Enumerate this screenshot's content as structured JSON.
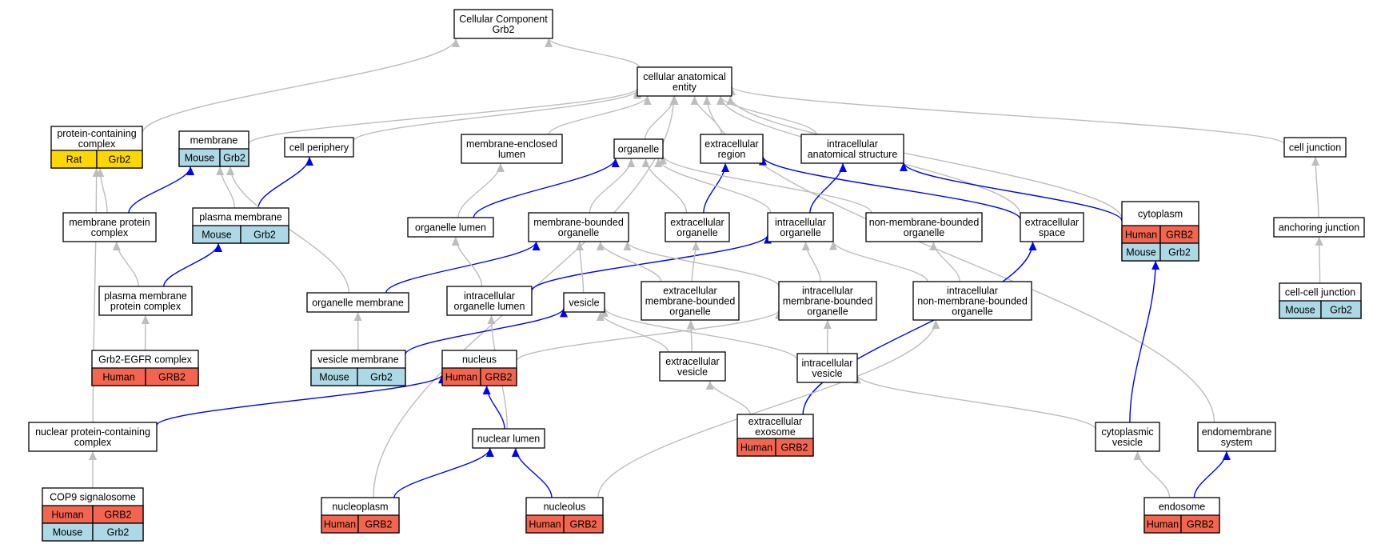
{
  "colors": {
    "human": "#f4654f",
    "mouse": "#add8e6",
    "rat": "#ffd700",
    "edge_is_a": "#bdbdbd",
    "edge_part_of": "#0000ff"
  },
  "nodes": [
    {
      "id": "root",
      "lines": [
        "Cellular Component",
        "Grb2"
      ],
      "tags": []
    },
    {
      "id": "cae",
      "lines": [
        "cellular anatomical",
        "entity"
      ],
      "tags": []
    },
    {
      "id": "pcc",
      "lines": [
        "protein-containing",
        "complex"
      ],
      "tags": [
        [
          "Rat",
          "Grb2"
        ]
      ]
    },
    {
      "id": "membrane",
      "lines": [
        "membrane"
      ],
      "tags": [
        [
          "Mouse",
          "Grb2"
        ]
      ]
    },
    {
      "id": "cellper",
      "lines": [
        "cell periphery"
      ],
      "tags": []
    },
    {
      "id": "mel",
      "lines": [
        "membrane-enclosed",
        "lumen"
      ],
      "tags": []
    },
    {
      "id": "organelle",
      "lines": [
        "organelle"
      ],
      "tags": []
    },
    {
      "id": "extreg",
      "lines": [
        "extracellular",
        "region"
      ],
      "tags": []
    },
    {
      "id": "ias",
      "lines": [
        "intracellular",
        "anatomical structure"
      ],
      "tags": []
    },
    {
      "id": "celljunc",
      "lines": [
        "cell junction"
      ],
      "tags": []
    },
    {
      "id": "mpc",
      "lines": [
        "membrane protein",
        "complex"
      ],
      "tags": []
    },
    {
      "id": "pm",
      "lines": [
        "plasma membrane"
      ],
      "tags": [
        [
          "Mouse",
          "Grb2"
        ]
      ]
    },
    {
      "id": "orglumen",
      "lines": [
        "organelle lumen"
      ],
      "tags": []
    },
    {
      "id": "mbo",
      "lines": [
        "membrane-bounded",
        "organelle"
      ],
      "tags": []
    },
    {
      "id": "extorg",
      "lines": [
        "extracellular",
        "organelle"
      ],
      "tags": []
    },
    {
      "id": "intorg",
      "lines": [
        "intracellular",
        "organelle"
      ],
      "tags": []
    },
    {
      "id": "nmbo",
      "lines": [
        "non-membrane-bounded",
        "organelle"
      ],
      "tags": []
    },
    {
      "id": "extspace",
      "lines": [
        "extracellular",
        "space"
      ],
      "tags": []
    },
    {
      "id": "cytoplasm",
      "lines": [
        "cytoplasm"
      ],
      "tags": [
        [
          "Human",
          "GRB2"
        ],
        [
          "Mouse",
          "Grb2"
        ]
      ]
    },
    {
      "id": "anchjunc",
      "lines": [
        "anchoring junction"
      ],
      "tags": []
    },
    {
      "id": "pmpc",
      "lines": [
        "plasma membrane",
        "protein complex"
      ],
      "tags": []
    },
    {
      "id": "orgmem",
      "lines": [
        "organelle membrane"
      ],
      "tags": []
    },
    {
      "id": "iol",
      "lines": [
        "intracellular",
        "organelle lumen"
      ],
      "tags": []
    },
    {
      "id": "vesicle",
      "lines": [
        "vesicle"
      ],
      "tags": []
    },
    {
      "id": "embo",
      "lines": [
        "extracellular",
        "membrane-bounded",
        "organelle"
      ],
      "tags": []
    },
    {
      "id": "imbo",
      "lines": [
        "intracellular",
        "membrane-bounded",
        "organelle"
      ],
      "tags": []
    },
    {
      "id": "inmbo",
      "lines": [
        "intracellular",
        "non-membrane-bounded",
        "organelle"
      ],
      "tags": []
    },
    {
      "id": "ccjunc",
      "lines": [
        "cell-cell junction"
      ],
      "tags": [
        [
          "Mouse",
          "Grb2"
        ]
      ]
    },
    {
      "id": "grb2egfr",
      "lines": [
        "Grb2-EGFR complex"
      ],
      "tags": [
        [
          "Human",
          "GRB2"
        ]
      ]
    },
    {
      "id": "vesmem",
      "lines": [
        "vesicle membrane"
      ],
      "tags": [
        [
          "Mouse",
          "Grb2"
        ]
      ]
    },
    {
      "id": "nucleus",
      "lines": [
        "nucleus"
      ],
      "tags": [
        [
          "Human",
          "GRB2"
        ]
      ]
    },
    {
      "id": "extves",
      "lines": [
        "extracellular",
        "vesicle"
      ],
      "tags": []
    },
    {
      "id": "intves",
      "lines": [
        "intracellular",
        "vesicle"
      ],
      "tags": []
    },
    {
      "id": "npcc",
      "lines": [
        "nuclear protein-containing",
        "complex"
      ],
      "tags": []
    },
    {
      "id": "nuclumen",
      "lines": [
        "nuclear lumen"
      ],
      "tags": []
    },
    {
      "id": "exosome",
      "lines": [
        "extracellular",
        "exosome"
      ],
      "tags": [
        [
          "Human",
          "GRB2"
        ]
      ]
    },
    {
      "id": "cytves",
      "lines": [
        "cytoplasmic",
        "vesicle"
      ],
      "tags": []
    },
    {
      "id": "endomem",
      "lines": [
        "endomembrane",
        "system"
      ],
      "tags": []
    },
    {
      "id": "cop9",
      "lines": [
        "COP9 signalosome"
      ],
      "tags": [
        [
          "Human",
          "GRB2"
        ],
        [
          "Mouse",
          "Grb2"
        ]
      ]
    },
    {
      "id": "nucleoplasm",
      "lines": [
        "nucleoplasm"
      ],
      "tags": [
        [
          "Human",
          "GRB2"
        ]
      ]
    },
    {
      "id": "nucleolus",
      "lines": [
        "nucleolus"
      ],
      "tags": [
        [
          "Human",
          "GRB2"
        ]
      ]
    },
    {
      "id": "endosome",
      "lines": [
        "endosome"
      ],
      "tags": [
        [
          "Human",
          "GRB2"
        ]
      ]
    }
  ],
  "edges": [
    {
      "from": "cae",
      "to": "root",
      "kind": "is_a"
    },
    {
      "from": "pcc",
      "to": "root",
      "kind": "is_a"
    },
    {
      "from": "membrane",
      "to": "cae",
      "kind": "is_a"
    },
    {
      "from": "cellper",
      "to": "cae",
      "kind": "is_a"
    },
    {
      "from": "mel",
      "to": "cae",
      "kind": "is_a"
    },
    {
      "from": "organelle",
      "to": "cae",
      "kind": "is_a"
    },
    {
      "from": "extreg",
      "to": "cae",
      "kind": "is_a"
    },
    {
      "from": "ias",
      "to": "cae",
      "kind": "is_a"
    },
    {
      "from": "celljunc",
      "to": "cae",
      "kind": "is_a"
    },
    {
      "from": "extspace",
      "to": "cae",
      "kind": "is_a"
    },
    {
      "from": "cytoplasm",
      "to": "cae",
      "kind": "is_a"
    },
    {
      "from": "endomem",
      "to": "cae",
      "kind": "is_a"
    },
    {
      "from": "nucleoplasm",
      "to": "cae",
      "kind": "is_a"
    },
    {
      "from": "mpc",
      "to": "pcc",
      "kind": "is_a"
    },
    {
      "from": "mpc",
      "to": "membrane",
      "kind": "part_of"
    },
    {
      "from": "npcc",
      "to": "pcc",
      "kind": "is_a"
    },
    {
      "from": "npcc",
      "to": "nucleus",
      "kind": "part_of"
    },
    {
      "from": "pm",
      "to": "membrane",
      "kind": "is_a"
    },
    {
      "from": "pm",
      "to": "cellper",
      "kind": "part_of"
    },
    {
      "from": "orgmem",
      "to": "membrane",
      "kind": "is_a"
    },
    {
      "from": "orgmem",
      "to": "mbo",
      "kind": "part_of"
    },
    {
      "from": "orglumen",
      "to": "mel",
      "kind": "is_a"
    },
    {
      "from": "orglumen",
      "to": "organelle",
      "kind": "part_of"
    },
    {
      "from": "mbo",
      "to": "organelle",
      "kind": "is_a"
    },
    {
      "from": "extorg",
      "to": "organelle",
      "kind": "is_a"
    },
    {
      "from": "extorg",
      "to": "extreg",
      "kind": "part_of"
    },
    {
      "from": "intorg",
      "to": "organelle",
      "kind": "is_a"
    },
    {
      "from": "intorg",
      "to": "ias",
      "kind": "part_of"
    },
    {
      "from": "nmbo",
      "to": "organelle",
      "kind": "is_a"
    },
    {
      "from": "extspace",
      "to": "extreg",
      "kind": "part_of"
    },
    {
      "from": "cytoplasm",
      "to": "ias",
      "kind": "part_of"
    },
    {
      "from": "anchjunc",
      "to": "celljunc",
      "kind": "is_a"
    },
    {
      "from": "ccjunc",
      "to": "anchjunc",
      "kind": "is_a"
    },
    {
      "from": "pmpc",
      "to": "mpc",
      "kind": "is_a"
    },
    {
      "from": "pmpc",
      "to": "pm",
      "kind": "part_of"
    },
    {
      "from": "grb2egfr",
      "to": "pmpc",
      "kind": "is_a"
    },
    {
      "from": "vesmem",
      "to": "orgmem",
      "kind": "is_a"
    },
    {
      "from": "vesmem",
      "to": "vesicle",
      "kind": "part_of"
    },
    {
      "from": "iol",
      "to": "orglumen",
      "kind": "is_a"
    },
    {
      "from": "iol",
      "to": "intorg",
      "kind": "part_of"
    },
    {
      "from": "vesicle",
      "to": "mbo",
      "kind": "is_a"
    },
    {
      "from": "embo",
      "to": "mbo",
      "kind": "is_a"
    },
    {
      "from": "embo",
      "to": "extorg",
      "kind": "is_a"
    },
    {
      "from": "imbo",
      "to": "mbo",
      "kind": "is_a"
    },
    {
      "from": "imbo",
      "to": "intorg",
      "kind": "is_a"
    },
    {
      "from": "inmbo",
      "to": "intorg",
      "kind": "is_a"
    },
    {
      "from": "inmbo",
      "to": "nmbo",
      "kind": "is_a"
    },
    {
      "from": "nucleus",
      "to": "imbo",
      "kind": "is_a"
    },
    {
      "from": "extves",
      "to": "vesicle",
      "kind": "is_a"
    },
    {
      "from": "extves",
      "to": "embo",
      "kind": "is_a"
    },
    {
      "from": "intves",
      "to": "vesicle",
      "kind": "is_a"
    },
    {
      "from": "intves",
      "to": "imbo",
      "kind": "is_a"
    },
    {
      "from": "nuclumen",
      "to": "iol",
      "kind": "is_a"
    },
    {
      "from": "nuclumen",
      "to": "nucleus",
      "kind": "part_of"
    },
    {
      "from": "exosome",
      "to": "extves",
      "kind": "is_a"
    },
    {
      "from": "exosome",
      "to": "extspace",
      "kind": "part_of"
    },
    {
      "from": "cytves",
      "to": "intves",
      "kind": "is_a"
    },
    {
      "from": "cytves",
      "to": "cytoplasm",
      "kind": "part_of"
    },
    {
      "from": "cop9",
      "to": "npcc",
      "kind": "is_a"
    },
    {
      "from": "nucleoplasm",
      "to": "nuclumen",
      "kind": "part_of"
    },
    {
      "from": "nucleolus",
      "to": "nuclumen",
      "kind": "part_of"
    },
    {
      "from": "nucleolus",
      "to": "inmbo",
      "kind": "is_a"
    },
    {
      "from": "endosome",
      "to": "cytves",
      "kind": "is_a"
    },
    {
      "from": "endosome",
      "to": "endomem",
      "kind": "part_of"
    }
  ]
}
